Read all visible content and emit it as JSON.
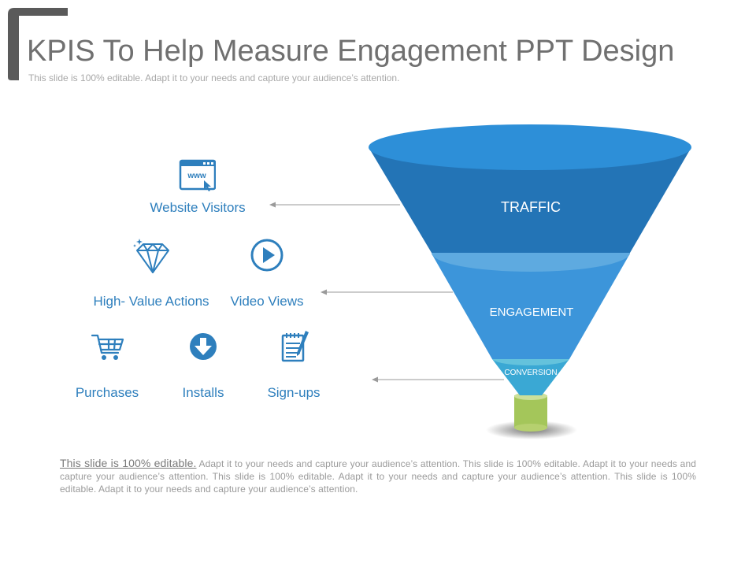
{
  "slide": {
    "title": "KPIS To Help Measure Engagement PPT Design",
    "subtitle": "This slide is 100% editable. Adapt it to your needs and capture your audience’s attention."
  },
  "funnel": {
    "stages": [
      "TRAFFIC",
      "ENGAGEMENT",
      "CONVERSION"
    ],
    "colors": {
      "top_rim": "#2d8fd8",
      "traffic": "#2374b6",
      "engagement_rim": "#5eaae0",
      "engagement": "#3c95da",
      "conversion_rim": "#64c2dc",
      "conversion": "#3aa8d4",
      "spout": "#a4c65a",
      "spout_top": "#cde09a"
    }
  },
  "kpis": {
    "website_visitors": {
      "label": "Website Visitors",
      "icon": "browser-www-icon"
    },
    "high_value_actions": {
      "label": "High- Value Actions",
      "icon": "diamond-icon"
    },
    "video_views": {
      "label": "Video Views",
      "icon": "play-circle-icon"
    },
    "purchases": {
      "label": "Purchases",
      "icon": "shopping-cart-icon"
    },
    "installs": {
      "label": "Installs",
      "icon": "download-circle-icon"
    },
    "signups": {
      "label": "Sign-ups",
      "icon": "notepad-pen-icon"
    }
  },
  "body": {
    "lead": "This slide is 100% editable.",
    "text": " Adapt it to your needs and capture your audience’s attention. This slide is 100% editable. Adapt it to your needs and capture your audience’s attention. This slide is 100% editable. Adapt it to your needs and capture your audience’s attention. This slide is 100% editable. Adapt it to your needs and capture your audience’s attention."
  },
  "accent_color": "#2e7fbd"
}
